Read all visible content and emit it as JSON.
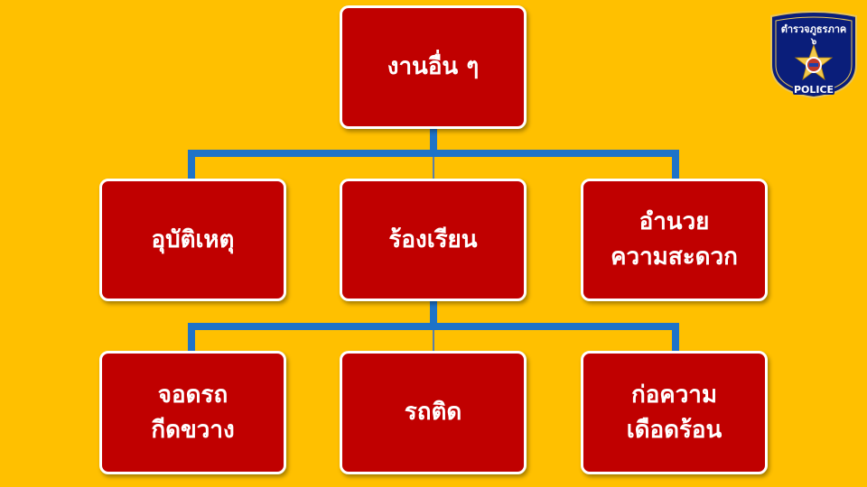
{
  "diagram": {
    "root": {
      "lines": [
        "งานอื่น ๆ"
      ]
    },
    "level1": [
      {
        "lines": [
          "อุบัติเหตุ"
        ]
      },
      {
        "lines": [
          "ร้องเรียน"
        ]
      },
      {
        "lines": [
          "อำนวย",
          "ความสะดวก"
        ]
      }
    ],
    "level2": [
      {
        "lines": [
          "จอดรถ",
          "กีดขวาง"
        ]
      },
      {
        "lines": [
          "รถติด"
        ]
      },
      {
        "lines": [
          "ก่อความ",
          "เดือดร้อน"
        ]
      }
    ]
  },
  "badge": {
    "top_text": "ตำรวจภูธรภาค",
    "number": "๖",
    "bottom_text": "POLICE"
  },
  "colors": {
    "background": "#FFC000",
    "box_fill": "#C00000",
    "box_border": "#FFFFFF",
    "connector": "#0070C0",
    "badge_navy": "#0A1E7A"
  }
}
